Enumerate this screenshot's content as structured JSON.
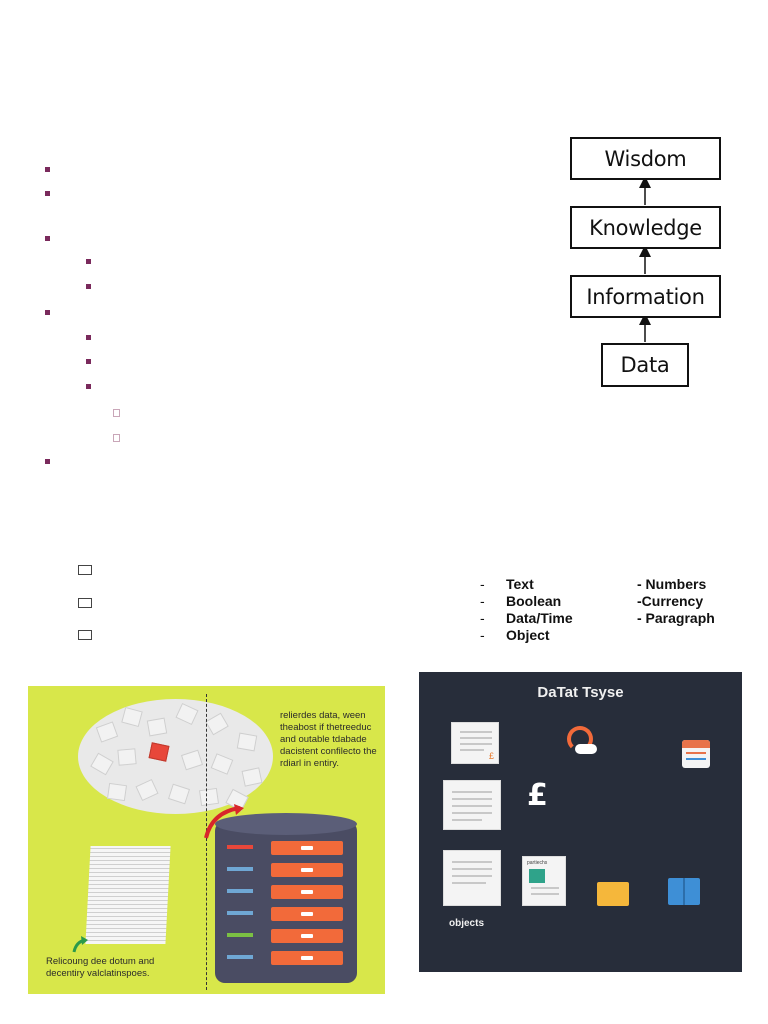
{
  "dikw": {
    "levels": [
      "Wisdom",
      "Knowledge",
      "Information",
      "Data"
    ]
  },
  "data_types": {
    "rows": [
      {
        "left": "Text",
        "right": "-  Numbers"
      },
      {
        "left": "Boolean",
        "right": "-Currency"
      },
      {
        "left": "Data/Time",
        "right": " - Paragraph"
      },
      {
        "left": "Object",
        "right": ""
      }
    ],
    "dash": "-"
  },
  "illustration_left": {
    "caption_right": "relierdes data, ween theabost if thetreeduc and outable tdabade dacistent confilecto the rdiarl in entiry.",
    "caption_bottom": "Relicoung dee dotum and decentiry valclatinspoes."
  },
  "illustration_right": {
    "title": "DaTat Tsyse",
    "pound_symbol": "£",
    "small_doc_label": "partiechs",
    "objects_label": "objects",
    "colors": {
      "background": "#272d3a",
      "folder": "#f5b73b",
      "book": "#3e8fd6",
      "calendar": "#e8734a",
      "toggle": "#f26a3a"
    }
  },
  "colors": {
    "bullet": "#7a2a5c",
    "illustration_bg": "#d8e74a",
    "server_drawer": "#f26a3a"
  }
}
